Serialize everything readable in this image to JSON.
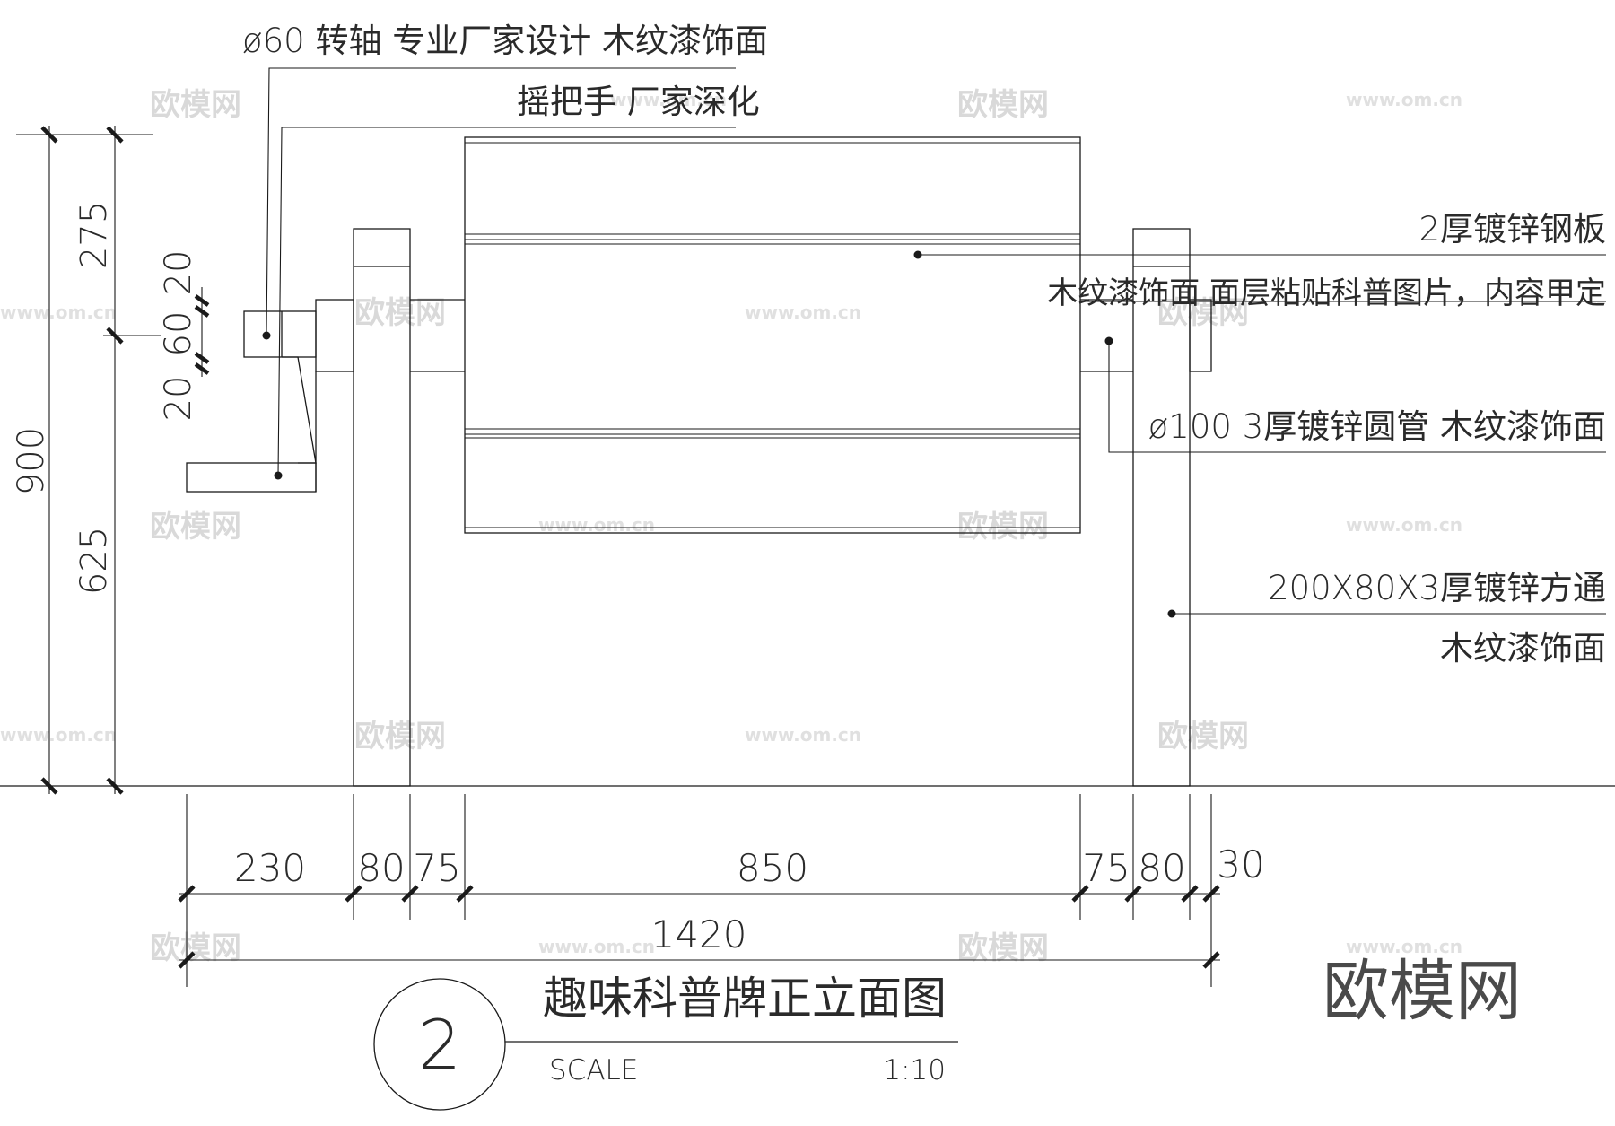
{
  "labels": {
    "shaft_line1": "ø60  转轴  专业厂家设计  木纹漆饰面",
    "shaft_line2": "摇把手  厂家深化",
    "plate_line1": "2厚镀锌钢板",
    "plate_line2": "木纹漆饰面  面层粘贴科普图片，内容甲定",
    "pipe_line1": "ø100  3厚镀锌圆管  木纹漆饰面",
    "post_line1": "200X80X3厚镀锌方通",
    "post_line2": "木纹漆饰面"
  },
  "dims_horizontal": {
    "d230": "230",
    "d80a": "80",
    "d75a": "75",
    "d850": "850",
    "d75b": "75",
    "d80b": "80",
    "d30": "30",
    "d1420": "1420"
  },
  "dims_vertical": {
    "d900": "900",
    "d275": "275",
    "d625": "625",
    "d20a": "20",
    "d60": "60",
    "d20b": "20"
  },
  "title_block": {
    "number": "2",
    "title": "趣味科普牌正立面图",
    "scale_label": "SCALE",
    "scale_value": "1:10"
  },
  "watermark": {
    "brand": "欧模网",
    "url": "www.om.cn"
  },
  "colors": {
    "line": "#1a1a1a",
    "text": "#2a2a2a",
    "watermark": "#d9d9d9"
  }
}
